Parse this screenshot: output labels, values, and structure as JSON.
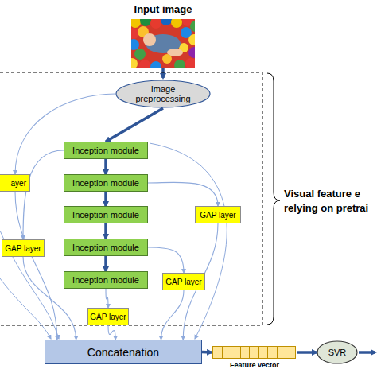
{
  "diagram": {
    "title": "Input image",
    "nodes": [
      {
        "text": [
          "Image preprocessing"
        ]
      },
      {
        "text": [
          "Inception module"
        ]
      },
      {
        "text": [
          "Inception module"
        ]
      },
      {
        "text": [
          "Inception module"
        ]
      },
      {
        "text": [
          "Inception module"
        ]
      },
      {
        "text": [
          "Inception module"
        ]
      },
      {
        "text": [
          "ayer"
        ]
      },
      {
        "text": [
          "GAP layer"
        ]
      },
      {
        "text": [
          "GAP layer"
        ]
      },
      {
        "text": [
          "GAP layer"
        ]
      },
      {
        "text": [
          "GAP layer"
        ]
      },
      {
        "text": [
          "Concatenation"
        ]
      },
      {
        "text": [
          "Feature vector"
        ]
      },
      {
        "text": [
          "SVR"
        ]
      }
    ],
    "edges": [
      {
        "from": 0,
        "to": 1,
        "arrow": "to"
      },
      {
        "from": 1,
        "to": 2,
        "arrow": "to"
      },
      {
        "from": 2,
        "to": 3,
        "arrow": "to"
      },
      {
        "from": 3,
        "to": 4,
        "arrow": "to"
      },
      {
        "from": 4,
        "to": 5,
        "arrow": "to"
      },
      {
        "from": 0,
        "to": 6,
        "arrow": "to"
      },
      {
        "from": 1,
        "to": 7,
        "arrow": "to"
      },
      {
        "from": 2,
        "to": 8,
        "arrow": "to"
      },
      {
        "from": 4,
        "to": 9,
        "arrow": "to"
      },
      {
        "from": 5,
        "to": 10,
        "arrow": "to"
      },
      {
        "from": 6,
        "to": 11,
        "arrow": "to"
      },
      {
        "from": 7,
        "to": 11,
        "arrow": "to"
      },
      {
        "from": 8,
        "to": 11,
        "arrow": "to"
      },
      {
        "from": 9,
        "to": 11,
        "arrow": "to"
      },
      {
        "from": 10,
        "to": 11,
        "arrow": "to"
      },
      {
        "from": 11,
        "to": 12,
        "arrow": "to"
      },
      {
        "from": 12,
        "to": 13,
        "arrow": "to"
      }
    ],
    "labels": [
      "Visual feature e",
      "relying on pretrai"
    ]
  }
}
